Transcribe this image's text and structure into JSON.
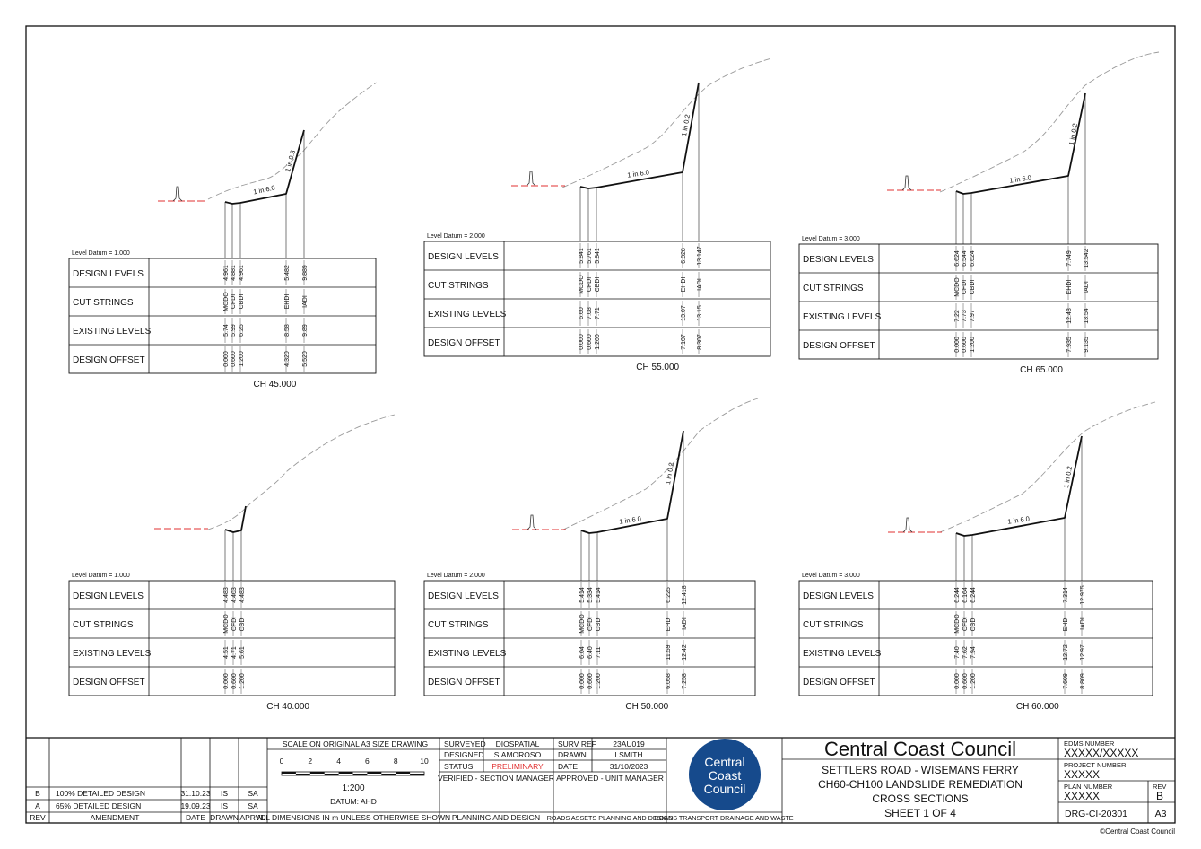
{
  "sections": [
    {
      "id": "ch45",
      "chainage": "CH 45.000",
      "datum": "Level Datum = 1.000",
      "grade_label": "1 in 6.0",
      "slope_label": "1 in 0.3",
      "show_road": true,
      "design_levels": [
        "4.961",
        "4.881",
        "4.961",
        "5.482",
        "9.889"
      ],
      "cut_strings": [
        "MCDO",
        "CFDI",
        "CBDI",
        "EHDI",
        "IADI"
      ],
      "existing_levels": [
        "5.74",
        "5.99",
        "6.25",
        "8.58",
        "9.89"
      ],
      "design_offset": [
        "0.000",
        "0.600",
        "1.200",
        "4.320",
        "5.520"
      ]
    },
    {
      "id": "ch55",
      "chainage": "CH 55.000",
      "datum": "Level Datum = 2.000",
      "grade_label": "1 in 6.0",
      "slope_label": "1 in 0.2",
      "show_road": true,
      "design_levels": [
        "5.841",
        "5.761",
        "5.841",
        "6.828",
        "13.147"
      ],
      "cut_strings": [
        "MCDO",
        "CFDI",
        "CBDI",
        "EHDI",
        "IADI"
      ],
      "existing_levels": [
        "6.60",
        "7.08",
        "7.71",
        "13.07",
        "13.15"
      ],
      "design_offset": [
        "0.000",
        "0.600",
        "1.200",
        "7.107",
        "8.307"
      ]
    },
    {
      "id": "ch65",
      "chainage": "CH 65.000",
      "datum": "Level Datum = 3.000",
      "grade_label": "1 in 6.0",
      "slope_label": "1 in 0.2",
      "show_road": true,
      "design_levels": [
        "6.624",
        "6.544",
        "6.624",
        "7.749",
        "13.542"
      ],
      "cut_strings": [
        "MCDO",
        "CFDI",
        "CBDI",
        "EHDI",
        "IADI"
      ],
      "existing_levels": [
        "7.22",
        "7.73",
        "7.97",
        "12.48",
        "13.54"
      ],
      "design_offset": [
        "0.000",
        "0.600",
        "1.200",
        "7.935",
        "9.135"
      ]
    },
    {
      "id": "ch40",
      "chainage": "CH 40.000",
      "datum": "Level Datum = 1.000",
      "grade_label": "",
      "slope_label": "",
      "show_road": false,
      "design_levels": [
        "4.483",
        "4.403",
        "4.483"
      ],
      "cut_strings": [
        "MCDO",
        "CFDI",
        "CBDI"
      ],
      "existing_levels": [
        "4.51",
        "4.71",
        "5.61"
      ],
      "design_offset": [
        "0.000",
        "0.600",
        "1.200"
      ]
    },
    {
      "id": "ch50",
      "chainage": "CH 50.000",
      "datum": "Level Datum = 2.000",
      "grade_label": "1 in 6.0",
      "slope_label": "1 in 0.2",
      "show_road": true,
      "design_levels": [
        "5.414",
        "5.334",
        "5.414",
        "6.225",
        "12.418"
      ],
      "cut_strings": [
        "MCDO",
        "CFDI",
        "CBDI",
        "EHDI",
        "IADI"
      ],
      "existing_levels": [
        "6.04",
        "6.40",
        "7.11",
        "11.59",
        "12.42"
      ],
      "design_offset": [
        "0.000",
        "0.600",
        "1.200",
        "6.058",
        "7.258"
      ]
    },
    {
      "id": "ch60",
      "chainage": "CH 60.000",
      "datum": "Level Datum = 3.000",
      "grade_label": "1 in 6.0",
      "slope_label": "1 in 0.2",
      "show_road": true,
      "design_levels": [
        "6.244",
        "6.164",
        "6.244",
        "7.314",
        "12.975"
      ],
      "cut_strings": [
        "MCDO",
        "CFDI",
        "CBDI",
        "EHDI",
        "IADI"
      ],
      "existing_levels": [
        "7.40",
        "7.62",
        "7.94",
        "12.72",
        "12.97"
      ],
      "design_offset": [
        "0.000",
        "0.600",
        "1.200",
        "7.609",
        "8.809"
      ]
    }
  ],
  "row_labels": [
    "DESIGN LEVELS",
    "CUT STRINGS",
    "EXISTING LEVELS",
    "DESIGN OFFSET"
  ],
  "colors": {
    "line": "#111111",
    "existing_line": "#9a9a9a",
    "road_marking": "#e03030",
    "logo_blue": "#164a8c",
    "preliminary": "#e03030"
  },
  "title_block": {
    "revisions": [
      {
        "rev": "B",
        "amendment": "100% DETAILED DESIGN",
        "date": "31.10.23",
        "drawn": "IS",
        "aprvd": "SA"
      },
      {
        "rev": "A",
        "amendment": "65% DETAILED DESIGN",
        "date": "19.09.23",
        "drawn": "IS",
        "aprvd": "SA"
      }
    ],
    "headers": {
      "rev": "REV",
      "amendment": "AMENDMENT",
      "date": "DATE",
      "drawn": "DRAWN",
      "aprvd": "APRVD"
    },
    "scale": {
      "heading": "SCALE ON ORIGINAL A3 SIZE DRAWING",
      "ticks": [
        "0",
        "2",
        "4",
        "6",
        "8",
        "10"
      ],
      "ratio": "1:200",
      "datum": "DATUM: AHD",
      "note": "ALL DIMENSIONS IN m UNLESS OTHERWISE SHOWN"
    },
    "surveyed_label": "SURVEYED",
    "surveyed": "DIOSPATIAL",
    "designed_label": "DESIGNED",
    "designed": "S.AMOROSO",
    "status_label": "STATUS",
    "status": "PRELIMINARY",
    "verified": "VERIFIED - SECTION MANAGER",
    "dept1": "PLANNING AND DESIGN",
    "surv_ref_label": "SURV REF",
    "surv_ref": "23AU019",
    "drawn_label": "DRAWN",
    "drawn": "I.SMITH",
    "date_label": "DATE",
    "date": "31/10/2023",
    "approved": "APPROVED - UNIT MANAGER",
    "dept2": "ROADS ASSETS PLANNING AND DESIGN",
    "dept3": "ROADS TRANSPORT DRAINAGE AND WASTE",
    "logo_lines": [
      "Central",
      "Coast",
      "Council"
    ],
    "council": "Central Coast Council",
    "project_lines": [
      "SETTLERS ROAD - WISEMANS FERRY",
      "CH60-CH100 LANDSLIDE REMEDIATION",
      "CROSS SECTIONS",
      "SHEET 1 OF 4"
    ],
    "edms_label": "EDMS NUMBER",
    "edms": "XXXXX/XXXXX",
    "project_number_label": "PROJECT NUMBER",
    "project_number": "XXXXX",
    "plan_number_label": "PLAN NUMBER",
    "plan_number": "XXXXX",
    "rev_label": "REV",
    "rev": "B",
    "drawing_number": "DRG-CI-20301",
    "sheet_size": "A3"
  },
  "copyright": "©Central Coast Council"
}
